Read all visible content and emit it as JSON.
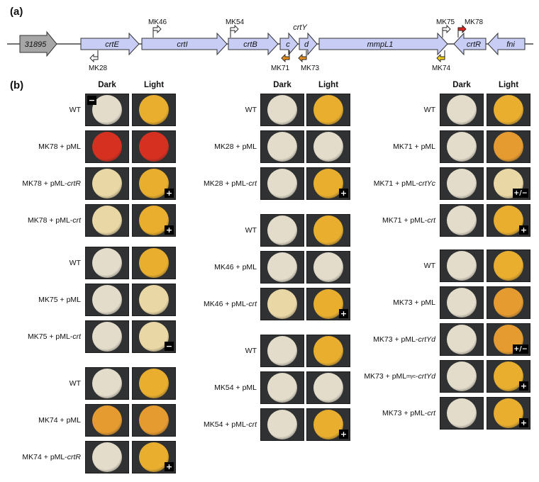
{
  "panel_a_label": "(a)",
  "panel_b_label": "(b)",
  "genes": [
    {
      "id": "g31895",
      "label": "31895",
      "kind": "other"
    },
    {
      "id": "crtE",
      "label": "crtE",
      "kind": "crt"
    },
    {
      "id": "crtI",
      "label": "crtI",
      "kind": "crt"
    },
    {
      "id": "crtB",
      "label": "crtB",
      "kind": "crt"
    },
    {
      "id": "crtYc",
      "label": "c",
      "kind": "crt"
    },
    {
      "id": "crtYd",
      "label": "d",
      "kind": "crt"
    },
    {
      "id": "mmpL1",
      "label": "mmpL1",
      "kind": "crt"
    },
    {
      "id": "crtR",
      "label": "crtR",
      "kind": "reverse"
    },
    {
      "id": "fni",
      "label": "fni",
      "kind": "reverse"
    }
  ],
  "crtY_label": "crtY",
  "insertions": [
    {
      "id": "MK46",
      "label": "MK46",
      "color": "#ffffff"
    },
    {
      "id": "MK54",
      "label": "MK54",
      "color": "#ffffff"
    },
    {
      "id": "MK75",
      "label": "MK75",
      "color": "#ffffff"
    },
    {
      "id": "MK78",
      "label": "MK78",
      "color": "#e0261e"
    },
    {
      "id": "MK28",
      "label": "MK28",
      "color": "#ffffff"
    },
    {
      "id": "MK71",
      "label": "MK71",
      "color": "#e8901c"
    },
    {
      "id": "MK73",
      "label": "MK73",
      "color": "#e8901c"
    },
    {
      "id": "MK74",
      "label": "MK74",
      "color": "#f4cf19"
    }
  ],
  "column_headers": {
    "dark": "Dark",
    "light": "Light"
  },
  "colony_colors": {
    "pale": "#e3dccb",
    "pale_yellow": "#e9d7a5",
    "yellow": "#e9ae2e",
    "orange": "#e69b31",
    "red": "#d63020"
  },
  "columns": [
    {
      "groups": [
        {
          "rows": [
            {
              "label": "WT",
              "dark": "pale",
              "light": "yellow",
              "dark_mark": "−",
              "light_mark": ""
            },
            {
              "label": "MK78 + pML",
              "dark": "red",
              "light": "red",
              "dark_mark": "",
              "light_mark": ""
            },
            {
              "label": "MK78 + pML-",
              "label_italic": "crtR",
              "dark": "pale_yellow",
              "light": "yellow",
              "dark_mark": "",
              "light_mark": "+"
            },
            {
              "label": "MK78 + pML-",
              "label_italic": "crt",
              "dark": "pale_yellow",
              "light": "yellow",
              "dark_mark": "",
              "light_mark": "+"
            }
          ]
        },
        {
          "rows": [
            {
              "label": "WT",
              "dark": "pale",
              "light": "yellow",
              "dark_mark": "",
              "light_mark": ""
            },
            {
              "label": "MK75 + pML",
              "dark": "pale",
              "light": "pale_yellow",
              "dark_mark": "",
              "light_mark": ""
            },
            {
              "label": "MK75 + pML-",
              "label_italic": "crt",
              "dark": "pale",
              "light": "pale_yellow",
              "dark_mark": "",
              "light_mark": "−"
            }
          ]
        },
        {
          "rows": [
            {
              "label": "WT",
              "dark": "pale",
              "light": "yellow",
              "dark_mark": "",
              "light_mark": ""
            },
            {
              "label": "MK74 + pML",
              "dark": "orange",
              "light": "orange",
              "dark_mark": "",
              "light_mark": ""
            },
            {
              "label": "MK74 + pML-",
              "label_italic": "crtR",
              "dark": "pale",
              "light": "yellow",
              "dark_mark": "",
              "light_mark": "+"
            }
          ]
        }
      ]
    },
    {
      "groups": [
        {
          "rows": [
            {
              "label": "WT",
              "dark": "pale",
              "light": "yellow",
              "dark_mark": "",
              "light_mark": ""
            },
            {
              "label": "MK28 + pML",
              "dark": "pale",
              "light": "pale",
              "dark_mark": "",
              "light_mark": ""
            },
            {
              "label": "MK28 + pML-",
              "label_italic": "crt",
              "dark": "pale",
              "light": "yellow",
              "dark_mark": "",
              "light_mark": "+"
            }
          ]
        },
        {
          "rows": [
            {
              "label": "WT",
              "dark": "pale",
              "light": "yellow",
              "dark_mark": "",
              "light_mark": ""
            },
            {
              "label": "MK46 + pML",
              "dark": "pale",
              "light": "pale",
              "dark_mark": "",
              "light_mark": ""
            },
            {
              "label": "MK46 + pML-",
              "label_italic": "crt",
              "dark": "pale_yellow",
              "light": "yellow",
              "dark_mark": "",
              "light_mark": "+"
            }
          ]
        },
        {
          "rows": [
            {
              "label": "WT",
              "dark": "pale",
              "light": "yellow",
              "dark_mark": "",
              "light_mark": ""
            },
            {
              "label": "MK54 + pML",
              "dark": "pale",
              "light": "pale",
              "dark_mark": "",
              "light_mark": ""
            },
            {
              "label": "MK54 + pML-",
              "label_italic": "crt",
              "dark": "pale",
              "light": "yellow",
              "dark_mark": "",
              "light_mark": "+"
            }
          ]
        }
      ]
    },
    {
      "groups": [
        {
          "rows": [
            {
              "label": "WT",
              "dark": "pale",
              "light": "yellow",
              "dark_mark": "",
              "light_mark": ""
            },
            {
              "label": "MK71 + pML",
              "dark": "pale",
              "light": "orange",
              "dark_mark": "",
              "light_mark": ""
            },
            {
              "label": "MK71 + pML-",
              "label_italic": "crtYc",
              "dark": "pale",
              "light": "pale_yellow",
              "dark_mark": "",
              "light_mark": "+/−"
            },
            {
              "label": "MK71 + pML-",
              "label_italic": "crt",
              "dark": "pale",
              "light": "yellow",
              "dark_mark": "",
              "light_mark": "+"
            }
          ]
        },
        {
          "rows": [
            {
              "label": "WT",
              "dark": "pale",
              "light": "yellow",
              "dark_mark": "",
              "light_mark": ""
            },
            {
              "label": "MK73 + pML",
              "dark": "pale",
              "light": "orange",
              "dark_mark": "",
              "light_mark": ""
            },
            {
              "label": "MK73 + pML-",
              "label_italic": "crtYd",
              "dark": "pale",
              "light": "orange",
              "dark_mark": "",
              "light_mark": "+/−"
            },
            {
              "label": "MK73 + pML",
              "label_sup": "myc",
              "label_rest": "-",
              "label_italic": "crtYd",
              "dark": "pale",
              "light": "yellow",
              "dark_mark": "",
              "light_mark": "+"
            },
            {
              "label": "MK73 + pML-",
              "label_italic": "crt",
              "dark": "pale",
              "light": "yellow",
              "dark_mark": "",
              "light_mark": "+"
            }
          ]
        }
      ]
    }
  ]
}
